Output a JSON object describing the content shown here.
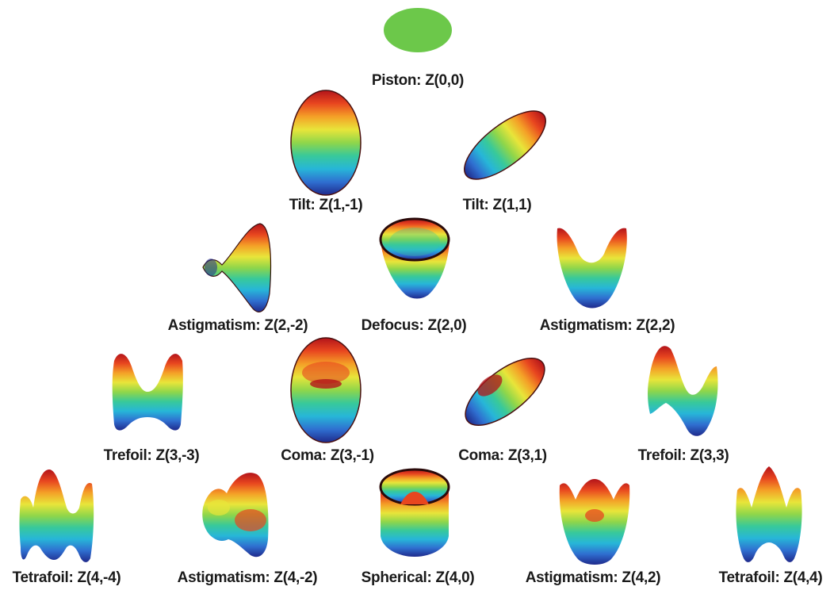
{
  "diagram": {
    "rainbow_colors": [
      "#1f2a8c",
      "#2f6fd0",
      "#27b6d8",
      "#38c99a",
      "#8fd64a",
      "#e8e53a",
      "#f4a027",
      "#e8461f",
      "#b3141a"
    ],
    "piston_color": "#6cc84a",
    "terms": [
      {
        "id": "z0_0",
        "label": "Piston: Z(0,0)"
      },
      {
        "id": "z1_m1",
        "label": "Tilt: Z(1,-1)"
      },
      {
        "id": "z1_1",
        "label": "Tilt: Z(1,1)"
      },
      {
        "id": "z2_m2",
        "label": "Astigmatism: Z(2,-2)"
      },
      {
        "id": "z2_0",
        "label": "Defocus: Z(2,0)"
      },
      {
        "id": "z2_2",
        "label": "Astigmatism: Z(2,2)"
      },
      {
        "id": "z3_m3",
        "label": "Trefoil: Z(3,-3)"
      },
      {
        "id": "z3_m1",
        "label": "Coma: Z(3,-1)"
      },
      {
        "id": "z3_1",
        "label": "Coma: Z(3,1)"
      },
      {
        "id": "z3_3",
        "label": "Trefoil: Z(3,3)"
      },
      {
        "id": "z4_m4",
        "label": "Tetrafoil: Z(4,-4)"
      },
      {
        "id": "z4_m2",
        "label": "Astigmatism: Z(4,-2)"
      },
      {
        "id": "z4_0",
        "label": "Spherical: Z(4,0)"
      },
      {
        "id": "z4_2",
        "label": "Astigmatism: Z(4,2)"
      },
      {
        "id": "z4_4",
        "label": "Tetrafoil: Z(4,4)"
      }
    ]
  }
}
